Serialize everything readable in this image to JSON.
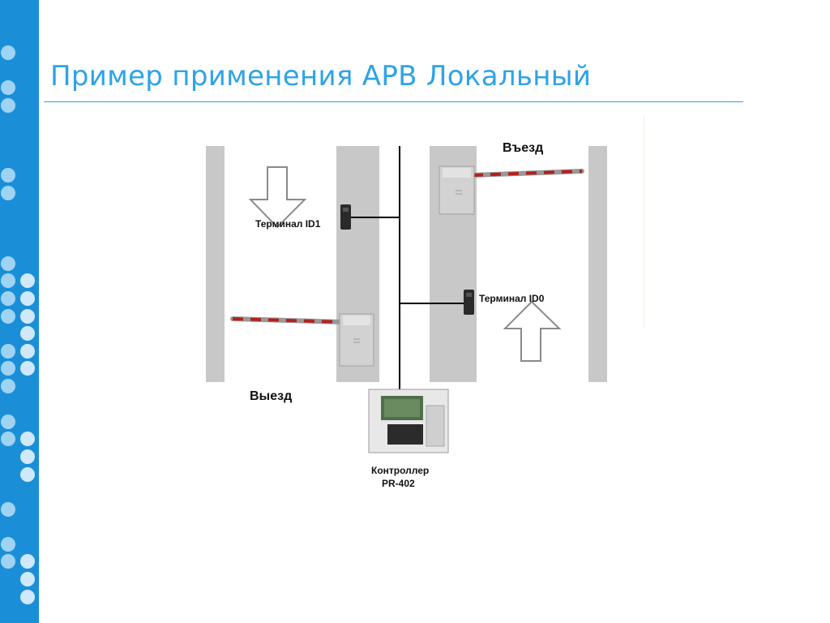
{
  "slide": {
    "title": "Пример применения АРВ Локальный"
  },
  "diagram": {
    "entry_label": "Въезд",
    "exit_label": "Выезд",
    "terminal_id1_label": "Терминал ID1",
    "terminal_id0_label": "Терминал ID0",
    "controller_label_line1": "Контроллер",
    "controller_label_line2": "PR-402"
  },
  "colors": {
    "accent": "#1a8fd8",
    "title": "#2ea3e6",
    "lane": "#c8c8c8",
    "barrier_stripe": "#b0231f"
  },
  "icons": [
    "down-arrow-icon",
    "up-arrow-icon",
    "barrier-icon",
    "card-reader-icon",
    "controller-cabinet-icon"
  ]
}
